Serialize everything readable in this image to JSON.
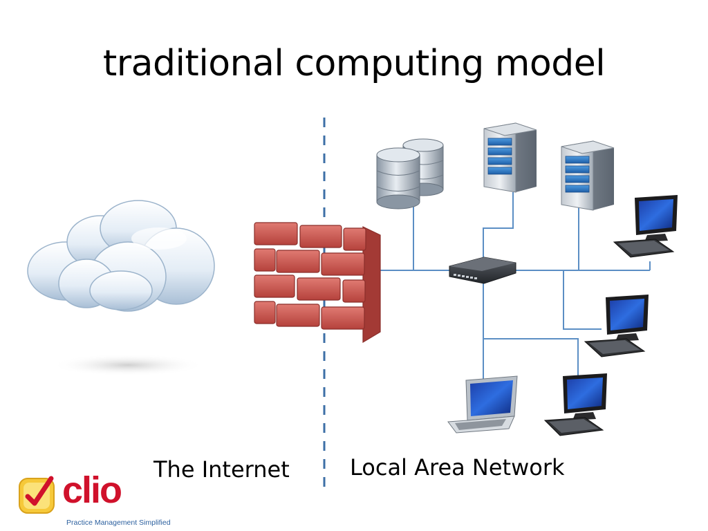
{
  "slide": {
    "title": "traditional computing model"
  },
  "labels": {
    "internet": "The Internet",
    "lan": "Local Area Network"
  },
  "logo": {
    "wordmark": "clio",
    "tagline": "Practice Management Simplified"
  },
  "colors": {
    "divider": "#3d6fa6",
    "network_line": "#5b8ec4",
    "brick": "#c9514b",
    "logo_red": "#d0112b",
    "logo_blue": "#2b5f9e"
  },
  "nodes": [
    "cloud-icon",
    "firewall-icon",
    "database-icon",
    "server-icon",
    "server-icon",
    "network-switch-icon",
    "desktop-computer-icon",
    "desktop-computer-icon",
    "desktop-computer-icon",
    "laptop-icon"
  ]
}
